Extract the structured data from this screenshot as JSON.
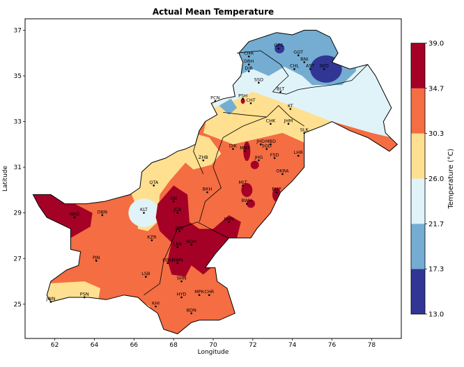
{
  "title": "Actual Mean Temperature",
  "x_axis": {
    "label": "Longitude",
    "range": [
      60.5,
      79.5
    ],
    "ticks": [
      62,
      64,
      66,
      68,
      70,
      72,
      74,
      76,
      78
    ]
  },
  "y_axis": {
    "label": "Latitude",
    "range": [
      23.5,
      37.5
    ],
    "ticks": [
      25,
      27,
      29,
      31,
      33,
      35,
      37
    ]
  },
  "colorbar": {
    "label": "Temperature (°C)",
    "ticks": [
      "13.0",
      "17.3",
      "21.7",
      "26.0",
      "30.3",
      "34.7",
      "39.0"
    ],
    "bins": [
      {
        "from": 13.0,
        "to": 17.3,
        "color": "#313695"
      },
      {
        "from": 17.3,
        "to": 21.7,
        "color": "#74add1"
      },
      {
        "from": 21.7,
        "to": 26.0,
        "color": "#e0f3f8"
      },
      {
        "from": 26.0,
        "to": 30.3,
        "color": "#fee090"
      },
      {
        "from": 30.3,
        "to": 34.7,
        "color": "#f46d43"
      },
      {
        "from": 34.7,
        "to": 39.0,
        "color": "#a50026"
      }
    ]
  },
  "stations": [
    {
      "code": "GPS",
      "lon": 73.3,
      "lat": 36.2
    },
    {
      "code": "GGT",
      "lon": 74.3,
      "lat": 35.9
    },
    {
      "code": "CHR",
      "lon": 71.8,
      "lat": 35.85
    },
    {
      "code": "BNI",
      "lon": 74.6,
      "lat": 35.6
    },
    {
      "code": "DRH",
      "lon": 71.8,
      "lat": 35.5
    },
    {
      "code": "CHL",
      "lon": 74.1,
      "lat": 35.3
    },
    {
      "code": "AST",
      "lon": 74.9,
      "lat": 35.3
    },
    {
      "code": "SKD",
      "lon": 75.6,
      "lat": 35.3
    },
    {
      "code": "DIR",
      "lon": 71.8,
      "lat": 35.2
    },
    {
      "code": "SSD",
      "lon": 72.3,
      "lat": 34.7
    },
    {
      "code": "BLT",
      "lon": 73.4,
      "lat": 34.3
    },
    {
      "code": "PCN",
      "lon": 70.1,
      "lat": 33.9
    },
    {
      "code": "PSH",
      "lon": 71.5,
      "lat": 34.0
    },
    {
      "code": "CHT",
      "lon": 71.9,
      "lat": 33.8
    },
    {
      "code": "KT",
      "lon": 73.9,
      "lat": 33.55
    },
    {
      "code": "CHK",
      "lon": 72.9,
      "lat": 32.9
    },
    {
      "code": "JHM",
      "lon": 73.8,
      "lat": 32.9
    },
    {
      "code": "SLK",
      "lon": 74.6,
      "lat": 32.5
    },
    {
      "code": "JHD",
      "lon": 72.4,
      "lat": 32.0
    },
    {
      "code": "MBD",
      "lon": 72.9,
      "lat": 32.0
    },
    {
      "code": "SGD",
      "lon": 72.7,
      "lat": 31.8
    },
    {
      "code": "DIK",
      "lon": 71.0,
      "lat": 31.8
    },
    {
      "code": "MNT",
      "lon": 71.6,
      "lat": 31.7
    },
    {
      "code": "FSD",
      "lon": 73.1,
      "lat": 31.4
    },
    {
      "code": "LHR",
      "lon": 74.3,
      "lat": 31.5
    },
    {
      "code": "ZHB",
      "lon": 69.5,
      "lat": 31.3
    },
    {
      "code": "JHG",
      "lon": 72.3,
      "lat": 31.3
    },
    {
      "code": "OKRA",
      "lon": 73.5,
      "lat": 30.7
    },
    {
      "code": "QTA",
      "lon": 67.0,
      "lat": 30.2
    },
    {
      "code": "MLT",
      "lon": 71.5,
      "lat": 30.2
    },
    {
      "code": "BHP",
      "lon": 73.2,
      "lat": 29.9
    },
    {
      "code": "BKH",
      "lon": 69.7,
      "lat": 29.9
    },
    {
      "code": "SBI",
      "lon": 68.0,
      "lat": 29.5
    },
    {
      "code": "BWH",
      "lon": 71.7,
      "lat": 29.4
    },
    {
      "code": "KLT",
      "lon": 66.5,
      "lat": 29.0
    },
    {
      "code": "DBN",
      "lon": 64.4,
      "lat": 28.9
    },
    {
      "code": "NKD",
      "lon": 63.0,
      "lat": 28.8
    },
    {
      "code": "JCB",
      "lon": 68.2,
      "lat": 29.0
    },
    {
      "code": "KHN",
      "lon": 70.8,
      "lat": 28.6
    },
    {
      "code": "KZR",
      "lon": 66.9,
      "lat": 27.8
    },
    {
      "code": "JBD",
      "lon": 68.3,
      "lat": 28.2
    },
    {
      "code": "LKA",
      "lon": 68.2,
      "lat": 27.5
    },
    {
      "code": "ROH",
      "lon": 68.9,
      "lat": 27.6
    },
    {
      "code": "PJN",
      "lon": 64.1,
      "lat": 26.9
    },
    {
      "code": "DDU",
      "lon": 67.7,
      "lat": 26.8
    },
    {
      "code": "NWN",
      "lon": 68.2,
      "lat": 26.8
    },
    {
      "code": "LSB",
      "lon": 66.6,
      "lat": 26.2
    },
    {
      "code": "SHN",
      "lon": 68.4,
      "lat": 26.0
    },
    {
      "code": "MPK",
      "lon": 69.3,
      "lat": 25.4
    },
    {
      "code": "CHR",
      "lon": 69.8,
      "lat": 25.4
    },
    {
      "code": "HYD",
      "lon": 68.4,
      "lat": 25.3
    },
    {
      "code": "PSN",
      "lon": 63.5,
      "lat": 25.3
    },
    {
      "code": "JWN",
      "lon": 61.8,
      "lat": 25.1
    },
    {
      "code": "KHI",
      "lon": 67.1,
      "lat": 24.9
    },
    {
      "code": "BDN",
      "lon": 68.9,
      "lat": 24.6
    }
  ]
}
